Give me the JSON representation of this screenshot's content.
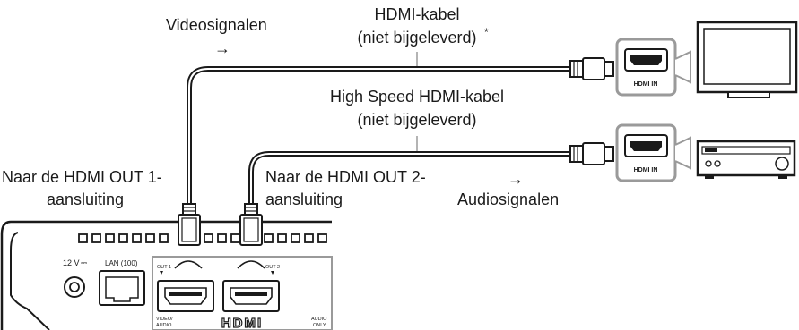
{
  "labels": {
    "video_signals": "Videosignalen",
    "video_arrow": "→",
    "hdmi_cable_line1": "HDMI-kabel",
    "hdmi_cable_line2": "(niet bijgeleverd)",
    "hdmi_cable_asterisk": "*",
    "high_speed_line1": "High Speed HDMI-kabel",
    "high_speed_line2": "(niet bijgeleverd)",
    "out1_line1": "Naar de HDMI OUT 1-",
    "out1_line2": "aansluiting",
    "out2_line1": "Naar de HDMI OUT 2-",
    "out2_line2": "aansluiting",
    "audio_arrow": "→",
    "audio_signals": "Audiosignalen"
  },
  "tv": {
    "port_label": "HDMI IN"
  },
  "receiver": {
    "port_label": "HDMI IN"
  },
  "player": {
    "power_label": "12 V",
    "power_symbol": "⎓",
    "lan_label": "LAN (100)",
    "out1_label": "OUT 1",
    "out2_label": "OUT 2",
    "out1_desc_line1": "VIDEO/",
    "out1_desc_line2": "AUDIO",
    "out2_desc_line1": "AUDIO",
    "out2_desc_line2": "ONLY",
    "hdmi_logo": "HDMI"
  },
  "colors": {
    "line": "#1a1a1a",
    "callout_box": "#9a9a9a",
    "panel": "#ffffff"
  }
}
